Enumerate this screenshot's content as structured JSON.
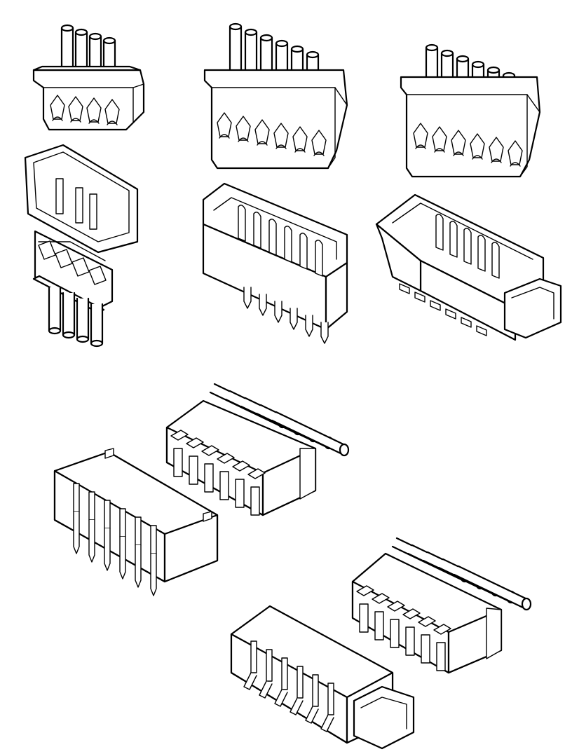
{
  "figure": {
    "background": "#ffffff",
    "line_color": "#000000",
    "parts": [
      {
        "id": "cable-plug-4pin-straight",
        "kind": "wire-to-board plug housing",
        "pins": 4
      },
      {
        "id": "cable-plug-6pin-straight-a",
        "kind": "wire-to-board plug housing",
        "pins": 6
      },
      {
        "id": "cable-plug-6pin-straight-b",
        "kind": "wire-to-board plug housing",
        "pins": 6
      },
      {
        "id": "header-4pin-mated",
        "kind": "vertical header mated with plug",
        "pins": 4
      },
      {
        "id": "header-6pin-vertical-tht",
        "kind": "vertical through-hole header",
        "pins": 6
      },
      {
        "id": "header-6pin-vertical-smt",
        "kind": "vertical surface-mount header",
        "pins": 6
      },
      {
        "id": "cable-plug-6pin-right-angle-a",
        "kind": "right-angle plug housing",
        "pins": 6
      },
      {
        "id": "header-6pin-right-angle-tht",
        "kind": "right-angle through-hole header",
        "pins": 6
      },
      {
        "id": "cable-plug-6pin-right-angle-b",
        "kind": "right-angle plug housing",
        "pins": 6
      },
      {
        "id": "header-6pin-right-angle-smt",
        "kind": "right-angle surface-mount header",
        "pins": 6
      }
    ]
  }
}
